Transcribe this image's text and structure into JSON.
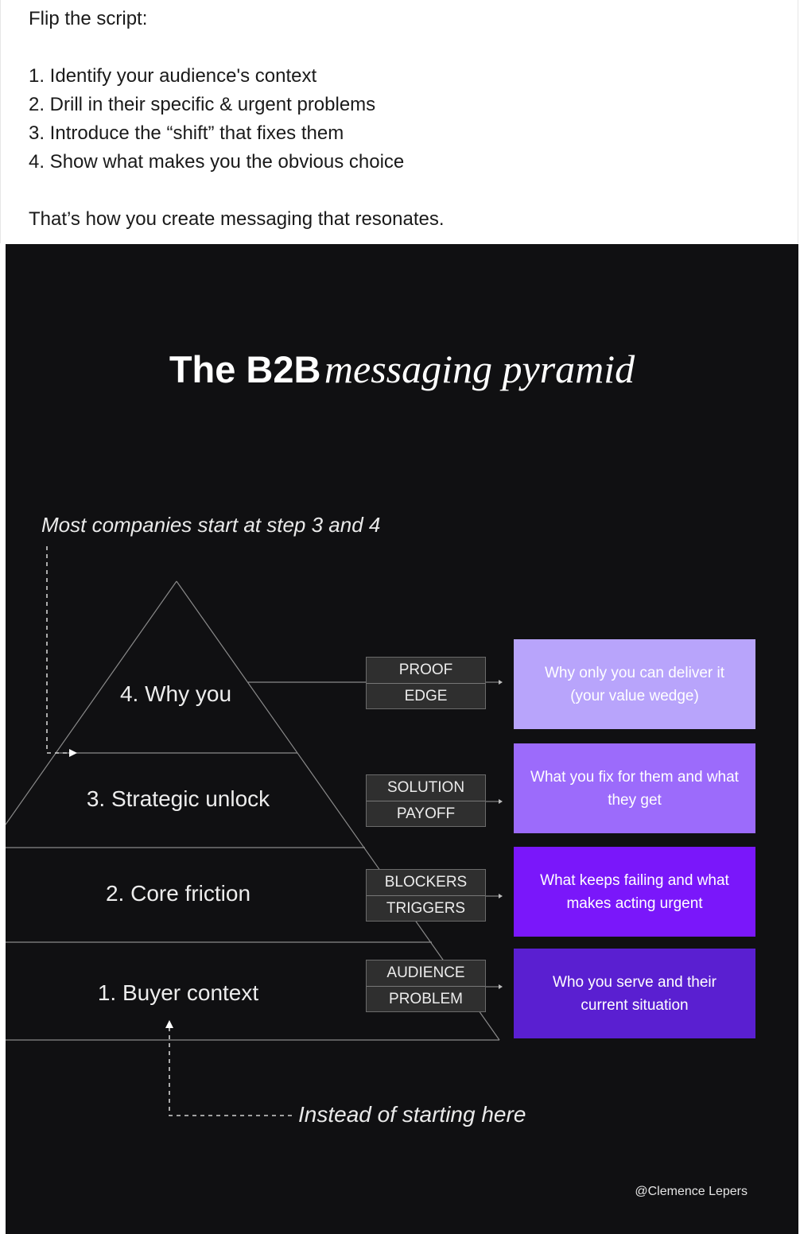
{
  "post": {
    "intro": "Flip the script:",
    "steps": [
      "1. Identify your audience's context",
      "2. Drill in their specific & urgent problems",
      "3. Introduce the “shift” that fixes them",
      "4. Show what makes you the obvious choice"
    ],
    "conclusion": "That’s how you create messaging that resonates."
  },
  "graphic": {
    "title_bold": "The B2B",
    "title_italic": "messaging pyramid",
    "subtitle": "Most companies start at step 3 and 4",
    "bottom_note": "Instead of starting here",
    "credit": "@Clemence Lepers",
    "levels": [
      {
        "label": "4. Why you",
        "tag1": "PROOF",
        "tag2": "EDGE",
        "card": "Why only you can deliver it (your value wedge)",
        "card_color": "#b8a4fb"
      },
      {
        "label": "3. Strategic unlock",
        "tag1": "SOLUTION",
        "tag2": "PAYOFF",
        "card": "What you fix for them and what they get",
        "card_color": "#9c6bfb"
      },
      {
        "label": "2. Core friction",
        "tag1": "BLOCKERS",
        "tag2": "TRIGGERS",
        "card": "What keeps failing and what makes acting urgent",
        "card_color": "#7a17fa"
      },
      {
        "label": "1. Buyer context",
        "tag1": "AUDIENCE",
        "tag2": "PROBLEM",
        "card": "Who you serve and their current situation",
        "card_color": "#5a1fd1"
      }
    ],
    "colors": {
      "background": "#101012",
      "lines": "#8a8a8a"
    }
  }
}
